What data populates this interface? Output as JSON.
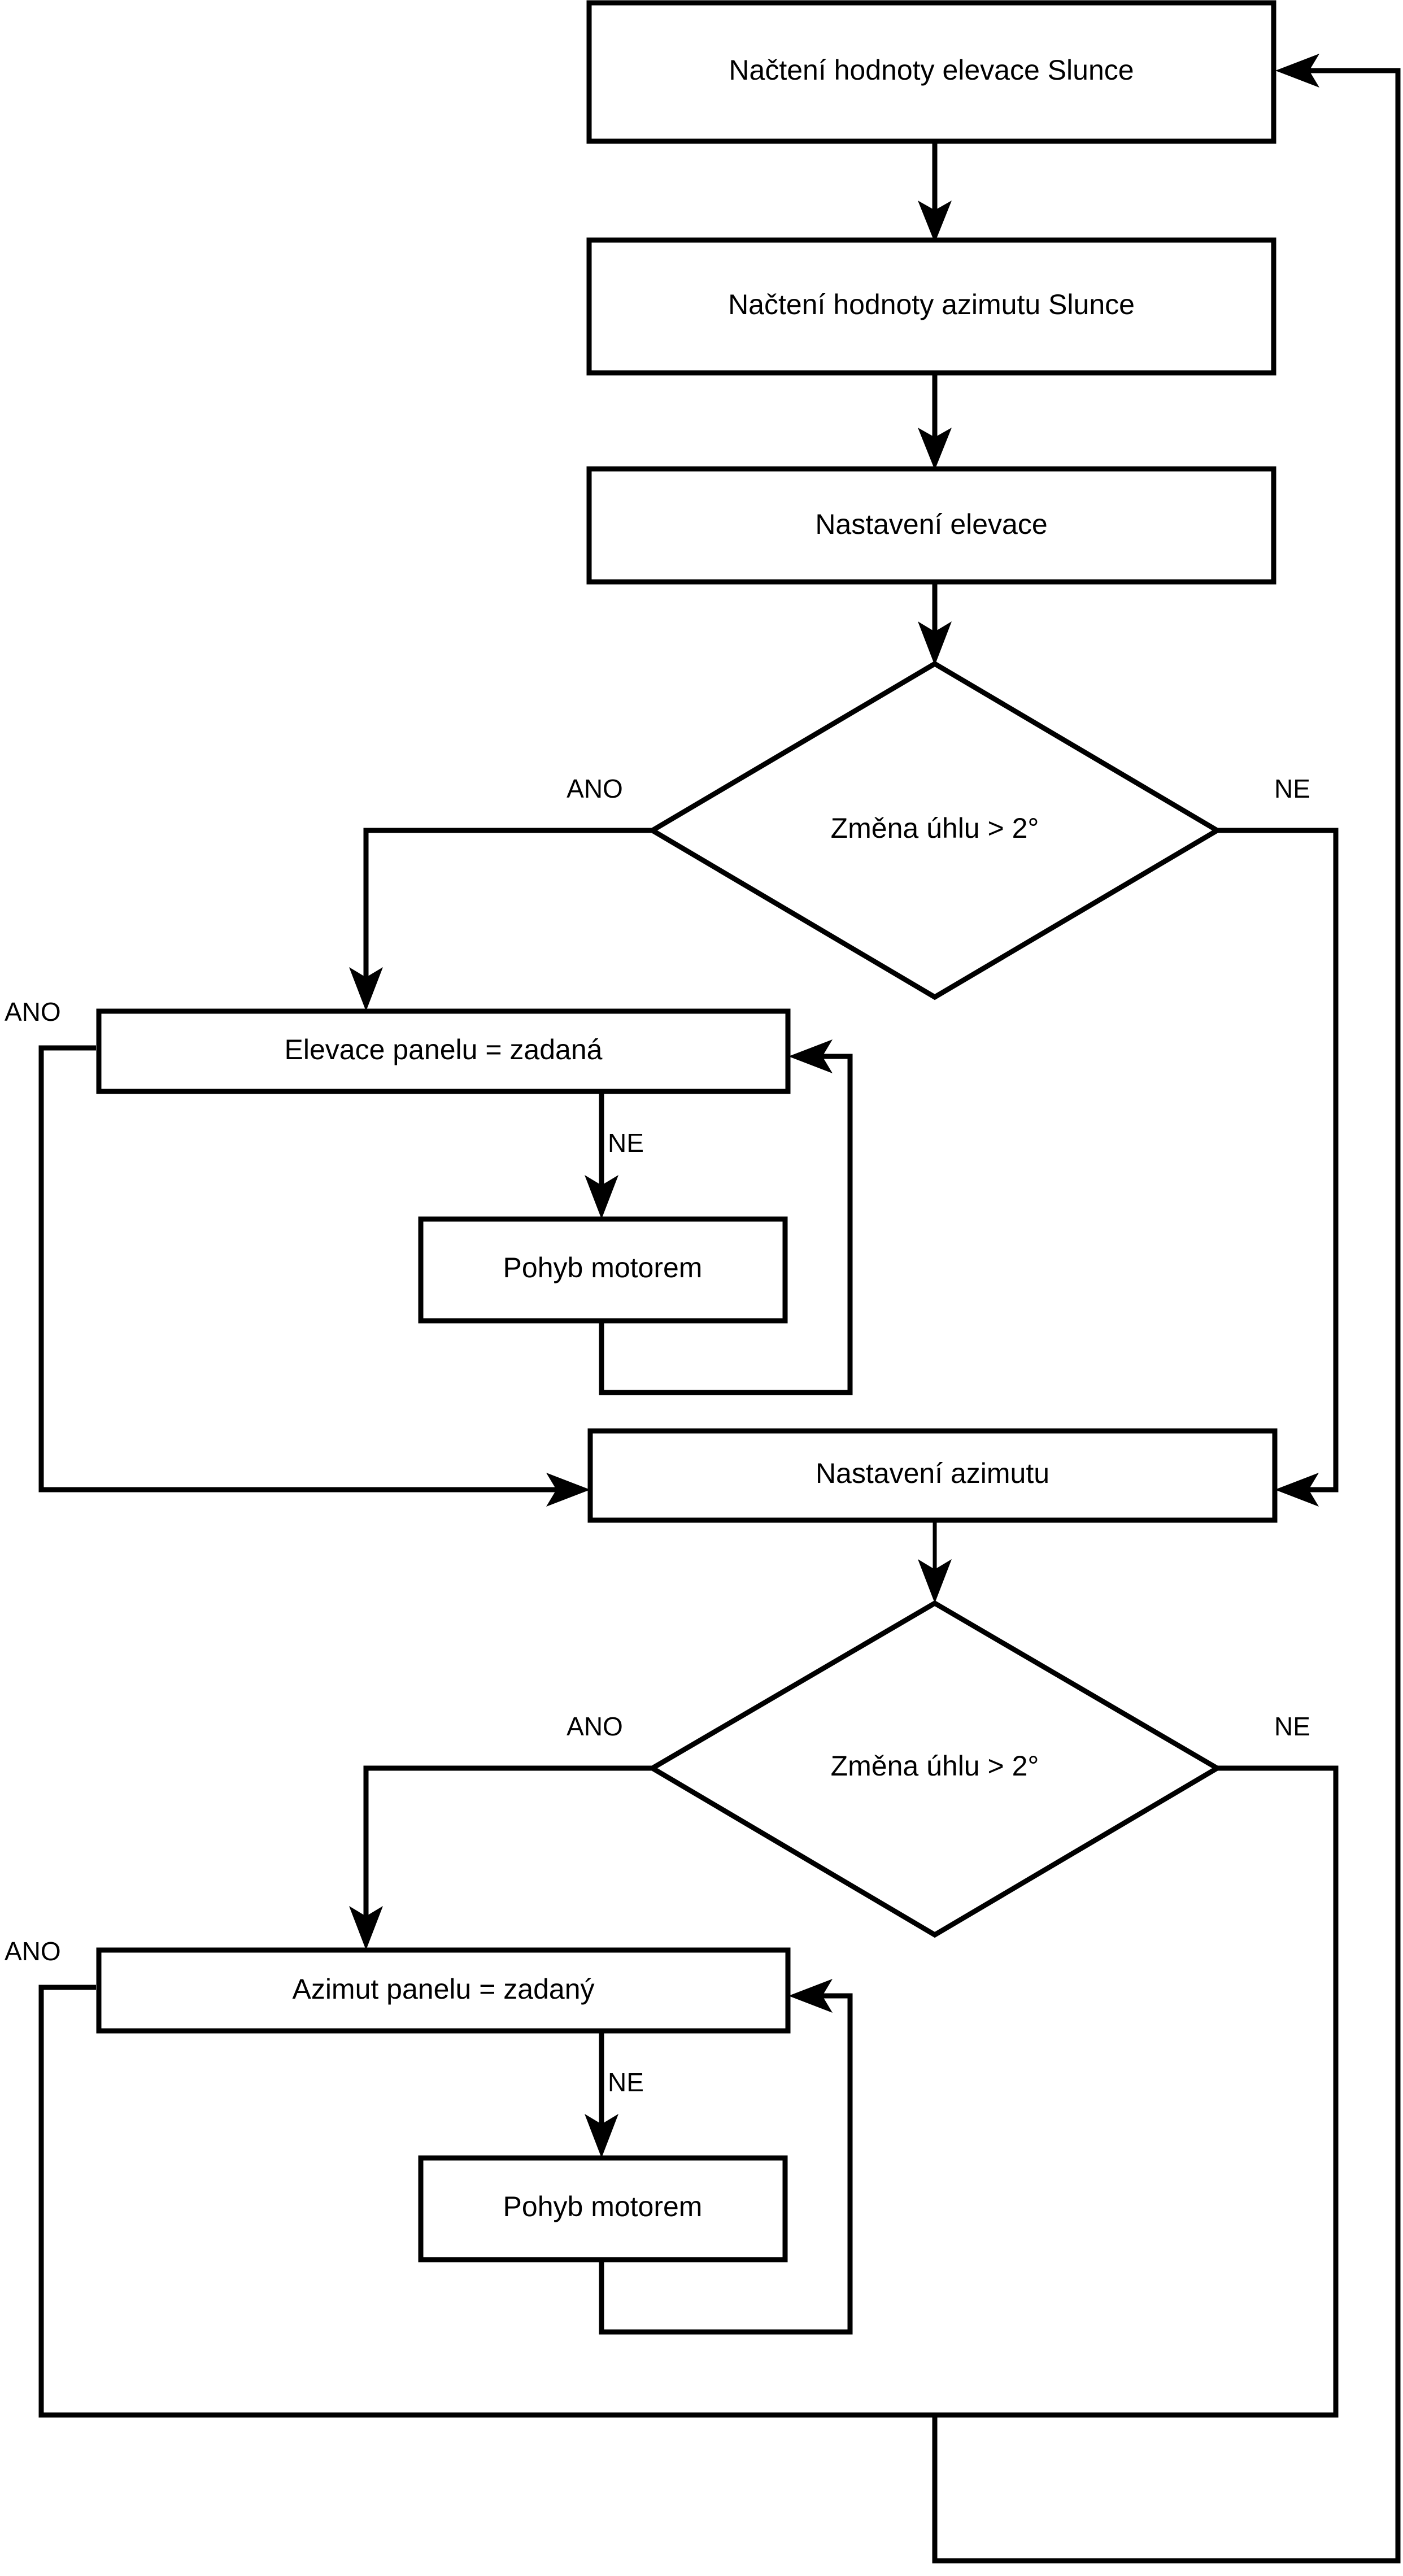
{
  "diagram": {
    "type": "flowchart",
    "language": "cs",
    "background_color": "#ffffff",
    "line_color": "#000000",
    "node_fill": "#ffffff"
  },
  "nodes": {
    "read_elevation": {
      "label": "Načtení hodnoty elevace Slunce",
      "shape": "process"
    },
    "read_azimuth": {
      "label": "Načtení hodnoty azimutu Slunce",
      "shape": "process"
    },
    "set_elevation": {
      "label": "Nastavení elevace",
      "shape": "process"
    },
    "decision_elevation": {
      "label": "Změna úhlu > 2°",
      "shape": "decision"
    },
    "panel_elevation_set": {
      "label": "Elevace panelu = zadaná",
      "shape": "process"
    },
    "motor_move_elevation": {
      "label": "Pohyb motorem",
      "shape": "process"
    },
    "set_azimuth": {
      "label": "Nastavení azimutu",
      "shape": "process"
    },
    "decision_azimuth": {
      "label": "Změna úhlu > 2°",
      "shape": "decision"
    },
    "panel_azimuth_set": {
      "label": "Azimut panelu = zadaný",
      "shape": "process"
    },
    "motor_move_azimuth": {
      "label": "Pohyb motorem",
      "shape": "process"
    }
  },
  "edge_labels": {
    "decision_elevation_yes": "ANO",
    "decision_elevation_no": "NE",
    "panel_elevation_yes": "ANO",
    "panel_elevation_no": "NE",
    "decision_azimuth_yes": "ANO",
    "decision_azimuth_no": "NE",
    "panel_azimuth_yes": "ANO",
    "panel_azimuth_no": "NE"
  }
}
